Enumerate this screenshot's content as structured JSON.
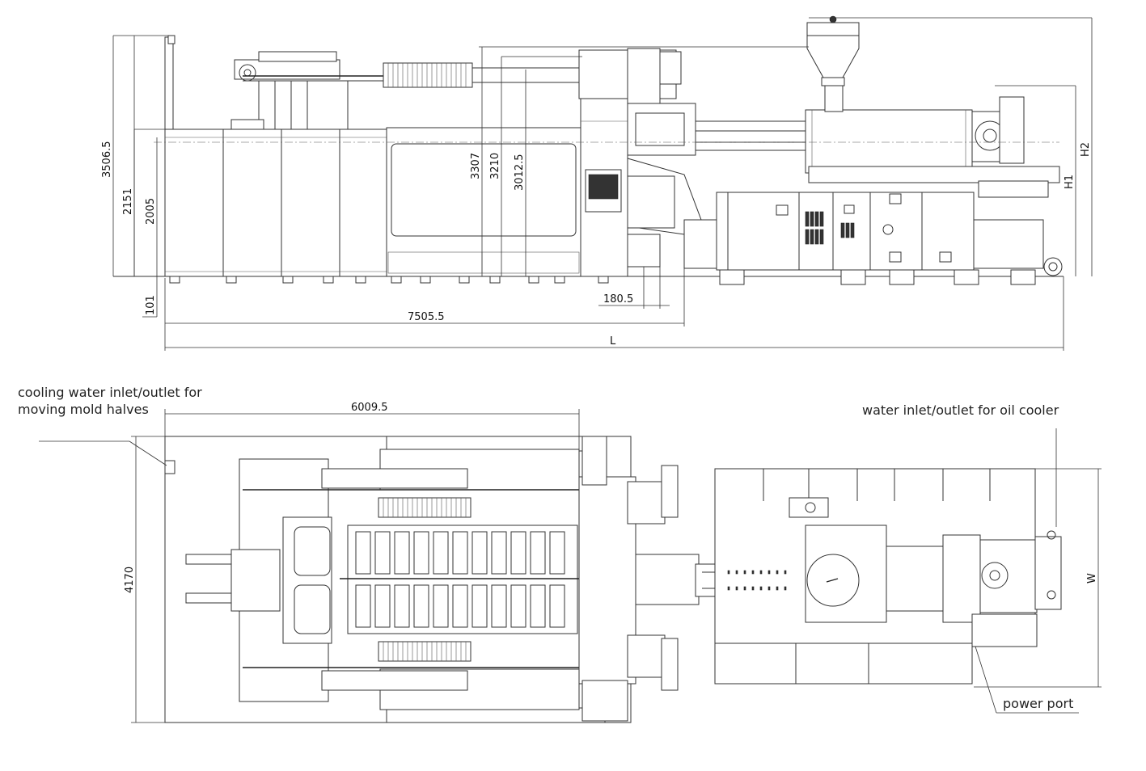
{
  "side_view": {
    "dimensions": {
      "overall_height": "3506.5",
      "frame_height": "2151",
      "cover_height": "2005",
      "base_offset": "101",
      "clamp_h1": "3307",
      "clamp_h2": "3210",
      "clamp_h3": "3012.5",
      "step_width": "180.5",
      "clamp_length": "7505.5",
      "total_length": "L",
      "h1": "H1",
      "h2": "H2"
    }
  },
  "top_view": {
    "dimensions": {
      "clamp_length": "6009.5",
      "width_left": "4170",
      "width_right": "W"
    },
    "labels": {
      "cooling_water_line1": "cooling water inlet/outlet for",
      "cooling_water_line2": "moving mold halves",
      "oil_cooler": "water inlet/outlet for oil cooler",
      "power_port": "power port"
    }
  }
}
